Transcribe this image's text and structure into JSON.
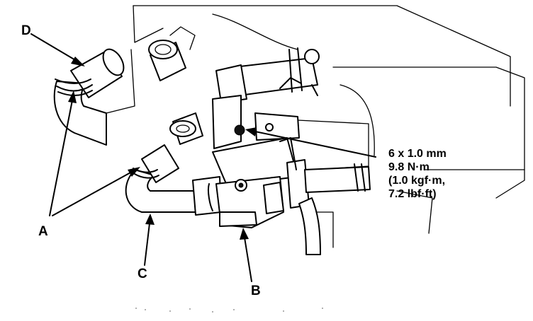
{
  "labels": {
    "a": "A",
    "b": "B",
    "c": "C",
    "d": "D"
  },
  "torque_spec": {
    "bolt_size": "6 x 1.0 mm",
    "torque_nm": "9.8 N·m",
    "torque_kgfm": "(1.0 kgf·m,",
    "torque_lbfft": "7.2 lbf·ft)"
  }
}
